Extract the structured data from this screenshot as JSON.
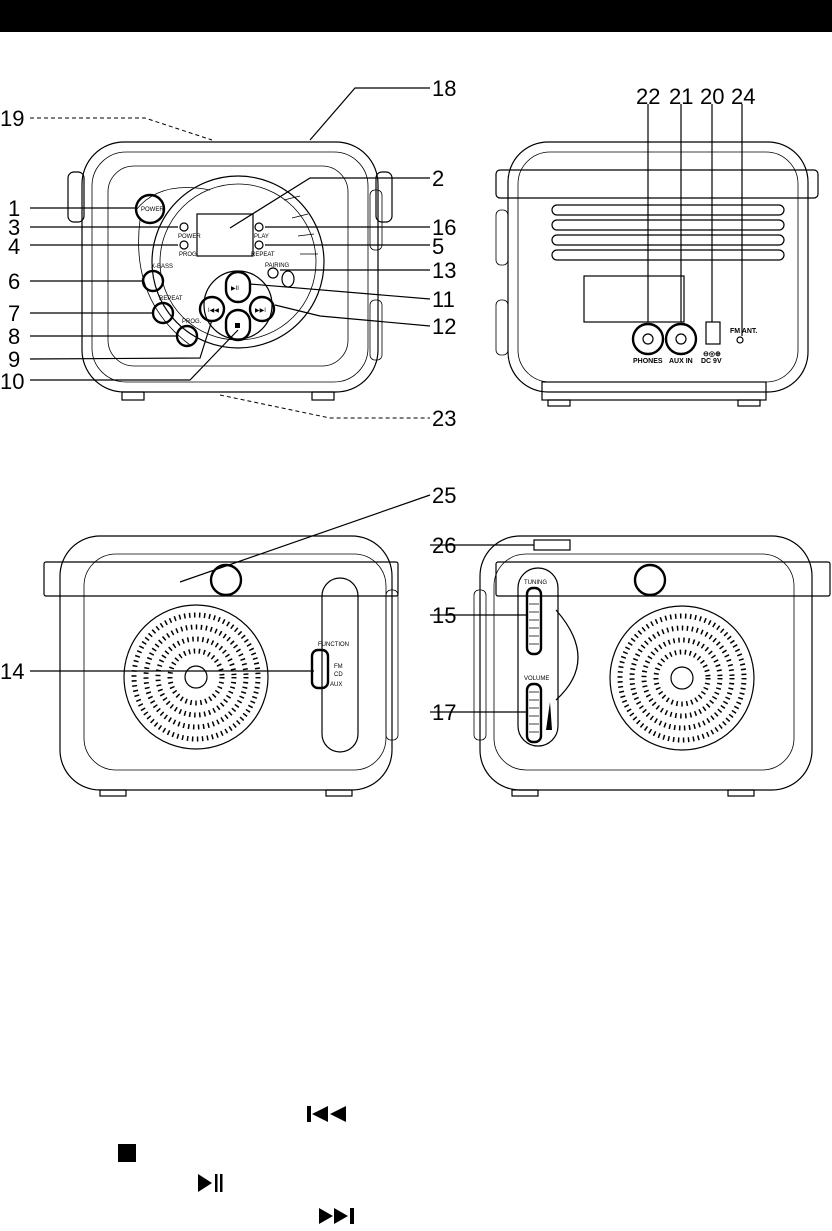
{
  "callouts": {
    "c1": "1",
    "c2": "2",
    "c3": "3",
    "c4": "4",
    "c5": "5",
    "c6": "6",
    "c7": "7",
    "c8": "8",
    "c9": "9",
    "c10": "10",
    "c11": "11",
    "c12": "12",
    "c13": "13",
    "c14": "14",
    "c15": "15",
    "c16": "16",
    "c17": "17",
    "c18": "18",
    "c19": "19",
    "c20": "20",
    "c21": "21",
    "c22": "22",
    "c23": "23",
    "c24": "24",
    "c25": "25",
    "c26": "26"
  },
  "front_panel": {
    "power": "POWER",
    "power_small": "POWER",
    "prog_small": "PROG.",
    "play": "PLAY",
    "repeat_small": "REPEAT",
    "xbass": "X-BASS",
    "repeat": "REPEAT",
    "prog": "PROG.",
    "pairing": "PAIRING"
  },
  "back_panel": {
    "phones": "PHONES",
    "aux_in": "AUX IN",
    "dc": "DC 9V",
    "fm_ant": "FM ANT."
  },
  "left_side": {
    "function": "FUNCTION",
    "fm": "FM",
    "cd": "CD",
    "aux": "AUX"
  },
  "right_side": {
    "tuning": "TUNING",
    "volume": "VOLUME"
  },
  "icons": [
    "skip-back-icon",
    "stop-icon",
    "play-pause-icon",
    "skip-forward-icon"
  ]
}
